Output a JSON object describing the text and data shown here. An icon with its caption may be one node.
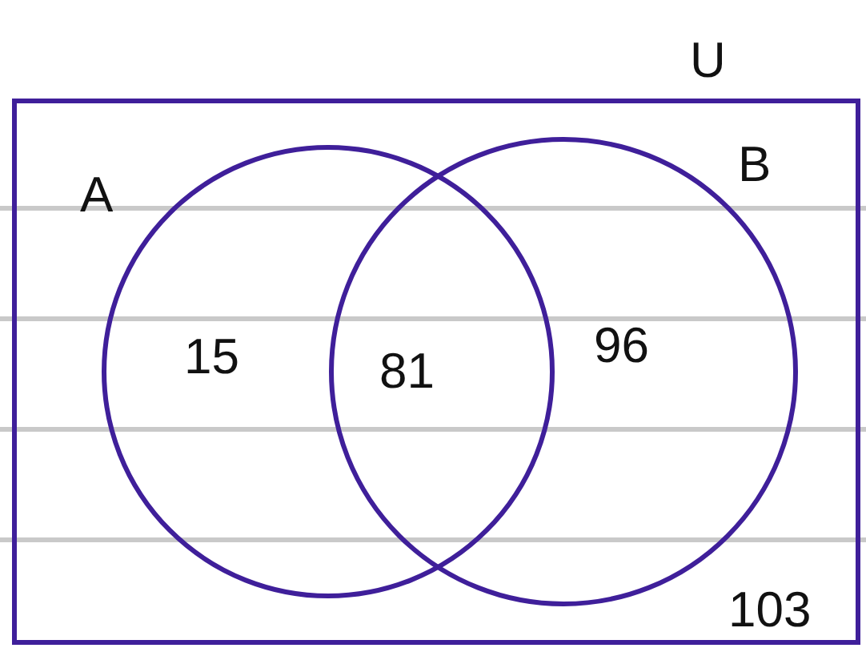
{
  "diagram": {
    "nodes": [
      {
        "text": [
          "U"
        ]
      },
      {
        "text": [
          "A"
        ],
        "in": 0
      },
      {
        "text": [
          "B"
        ],
        "in": 0
      }
    ],
    "labels": [
      "15",
      "81",
      "96",
      "103"
    ]
  }
}
